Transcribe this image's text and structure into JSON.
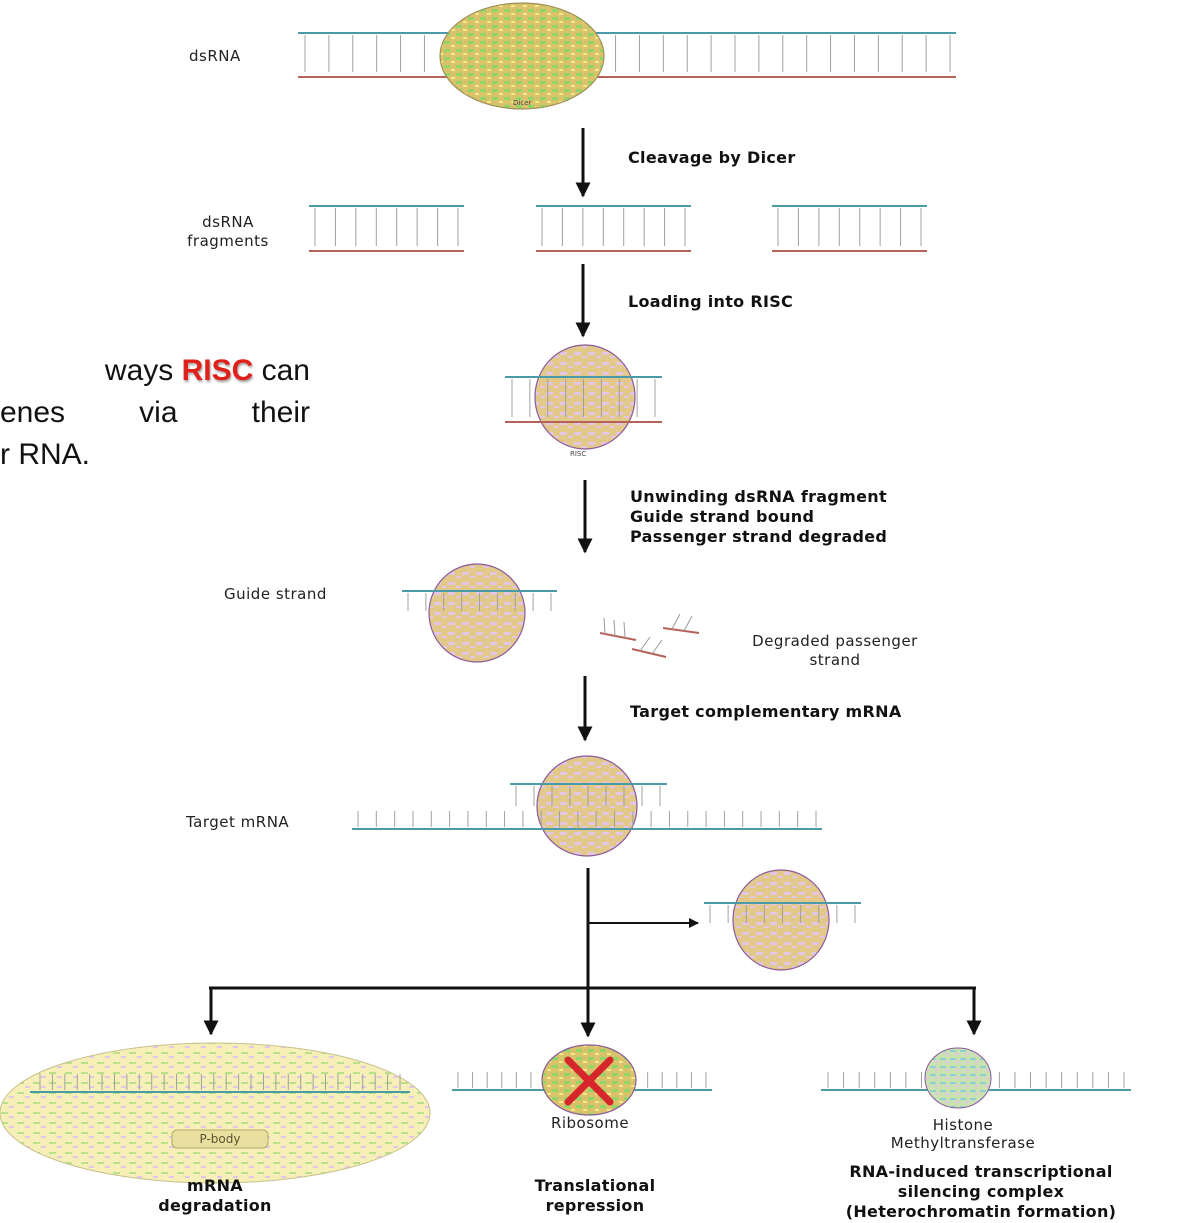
{
  "labels": {
    "dsrna": "dsRNA",
    "dicer": "Dicer",
    "dsrna_fragments": [
      "dsRNA",
      "fragments"
    ],
    "risc_small": "RISC",
    "guide_strand": "Guide strand",
    "degraded_passenger": [
      "Degraded passenger",
      "strand"
    ],
    "target_mrna": "Target mRNA",
    "p_body": "P-body",
    "ribosome": "Ribosome",
    "histone": [
      "Histone",
      "Methyltransferase"
    ]
  },
  "steps": {
    "cleavage": "Cleavage by Dicer",
    "loading": "Loading into RISC",
    "unwinding": [
      "Unwinding dsRNA fragment",
      "Guide strand bound",
      "Passenger strand degraded"
    ],
    "target": "Target complementary mRNA"
  },
  "outcomes": {
    "mrna_degradation": [
      "mRNA",
      "degradation"
    ],
    "translational_repression": [
      "Translational",
      "repression"
    ],
    "rits": [
      "RNA-induced transcriptional",
      "silencing complex",
      "(Heterochromatin formation)"
    ]
  },
  "side_text": {
    "line1_pre": "ways ",
    "line1_risc": "RISC",
    "line1_post": " can",
    "line2": "enes via their",
    "line3": "r RNA."
  },
  "colors": {
    "top_strand": "#4a9aa8",
    "bottom_strand": "#b5625a",
    "rung": "#999999",
    "dicer_fill": "#d9c26a",
    "dicer_green": "#8cd66a",
    "risc_fill": "#e2c98a",
    "risc_pink": "#e3c6e6",
    "risc_stroke": "#8a5a9a",
    "arrow": "#111111",
    "x_mark": "#d7262b",
    "side_accent": "#e0211b"
  }
}
